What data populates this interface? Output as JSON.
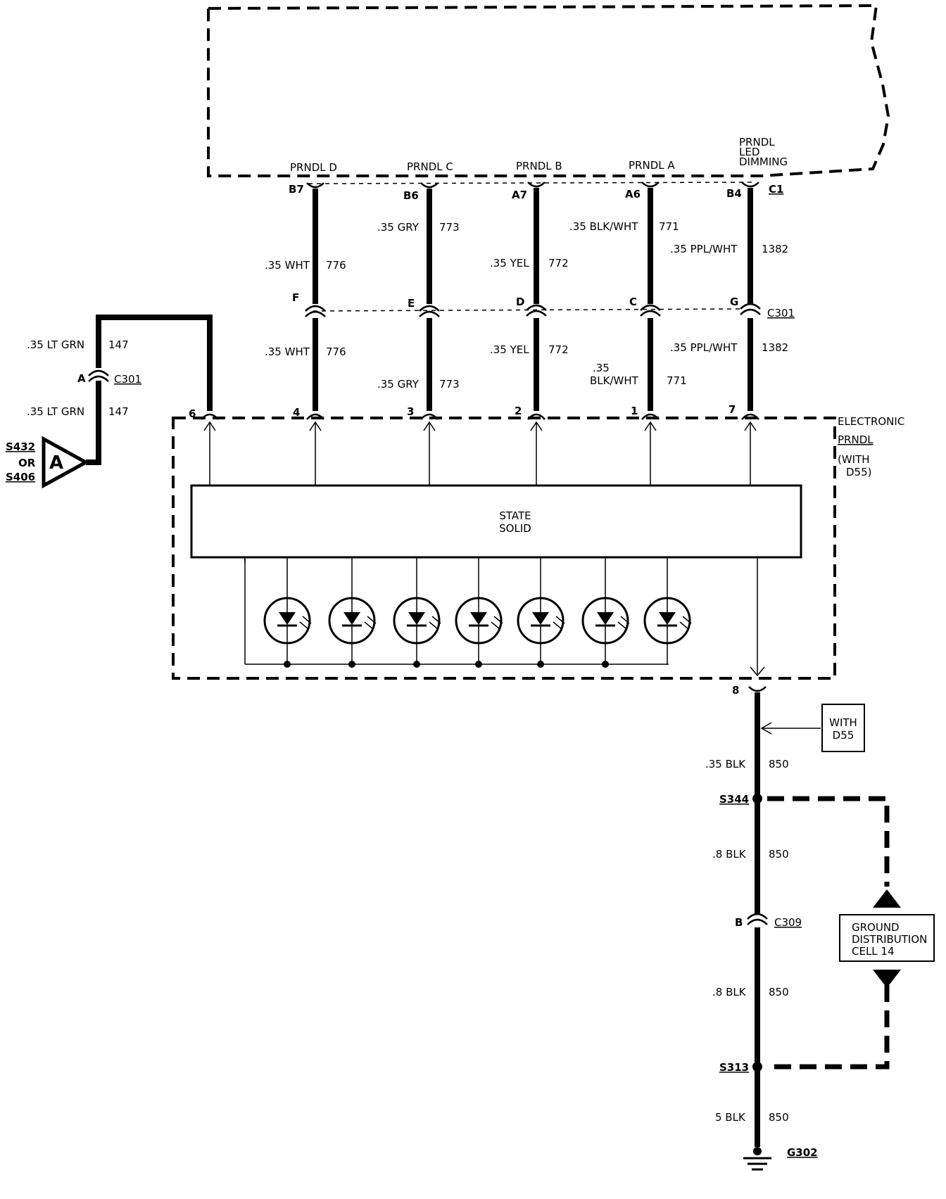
{
  "pcm_pins": [
    {
      "name": "PRNDL D",
      "cavity": "B7"
    },
    {
      "name": "PRNDL C",
      "cavity": "B6"
    },
    {
      "name": "PRNDL B",
      "cavity": "A7"
    },
    {
      "name": "PRNDL A",
      "cavity": "A6"
    },
    {
      "name_lines": [
        "PRNDL",
        "LED",
        "DIMMING"
      ],
      "cavity": "B4",
      "connector": "C1"
    }
  ],
  "circuits": [
    {
      "upper_gauge": ".35 WHT",
      "upper_circuit": "776",
      "c301_cavity": "F",
      "lower_gauge": ".35 WHT",
      "lower_circuit": "776",
      "module_pin": "4"
    },
    {
      "upper_gauge": ".35 GRY",
      "upper_circuit": "773",
      "c301_cavity": "E",
      "lower_gauge": ".35 GRY",
      "lower_circuit": "773",
      "module_pin": "3"
    },
    {
      "upper_gauge": ".35 YEL",
      "upper_circuit": "772",
      "c301_cavity": "D",
      "lower_gauge": ".35 YEL",
      "lower_circuit": "772",
      "module_pin": "2"
    },
    {
      "upper_gauge": ".35 BLK/WHT",
      "upper_circuit": "771",
      "c301_cavity": "C",
      "lower_gauge_lines": [
        ".35",
        "BLK/WHT"
      ],
      "lower_circuit": "771",
      "module_pin": "1"
    },
    {
      "upper_gauge": ".35 PPL/WHT",
      "upper_circuit": "1382",
      "c301_cavity": "G",
      "c301_label": "C301",
      "lower_gauge": ".35 PPL/WHT",
      "lower_circuit": "1382",
      "module_pin": "7"
    }
  ],
  "power_feed": {
    "upper_gauge": ".35 LT GRN",
    "upper_circuit": "147",
    "cavity": "A",
    "connector": "C301",
    "lower_gauge": ".35 LT GRN",
    "lower_circuit": "147",
    "module_pin": "6",
    "ref_letter": "A",
    "splice_top": "S432",
    "splice_or": "OR",
    "splice_bottom": "S406"
  },
  "module": {
    "name_lines": [
      "ELECTRONIC",
      "PRNDL",
      "(WITH",
      "D55)"
    ],
    "block_lines": [
      "STATE",
      "SOLID"
    ],
    "led_count": 7,
    "ground_pin": "8"
  },
  "ground": {
    "option_lines": [
      "WITH",
      "D55"
    ],
    "seg1_gauge": ".35 BLK",
    "seg1_circuit": "850",
    "splice1": "S344",
    "seg2_gauge": ".8 BLK",
    "seg2_circuit": "850",
    "conn_cavity": "B",
    "conn": "C309",
    "seg3_gauge": ".8 BLK",
    "seg3_circuit": "850",
    "splice2": "S313",
    "seg4_gauge": "5 BLK",
    "seg4_circuit": "850",
    "ground_point": "G302",
    "ref_lines": [
      "GROUND",
      "DISTRIBUTION",
      "CELL 14"
    ]
  }
}
